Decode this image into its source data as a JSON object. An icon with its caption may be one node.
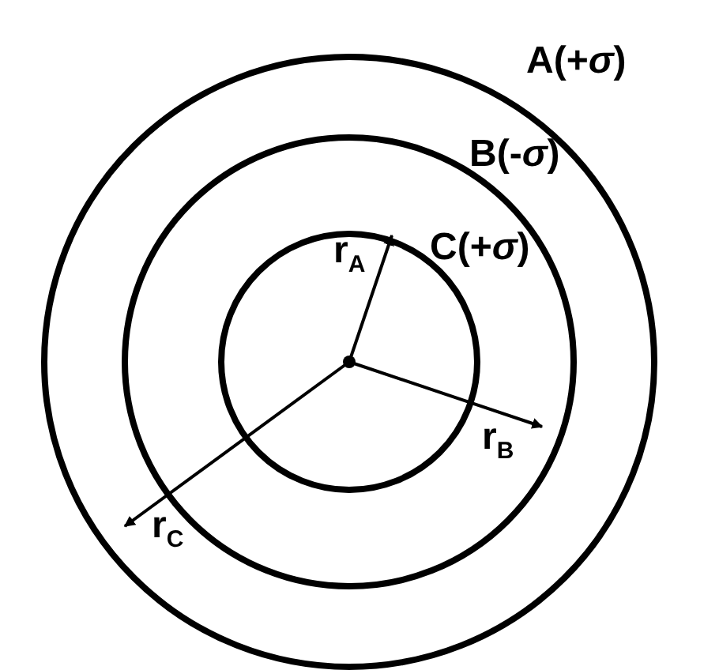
{
  "diagram": {
    "nodes": [
      {
        "text": [
          "A(+*σ*)"
        ]
      },
      {
        "text": [
          "B(-*σ*)"
        ],
        "in": 0
      },
      {
        "text": [
          "C(+*σ*)"
        ],
        "in": 1
      }
    ],
    "labels": [
      "r$_{A}$",
      "r$_{B}$",
      "r$_{C}$"
    ]
  }
}
